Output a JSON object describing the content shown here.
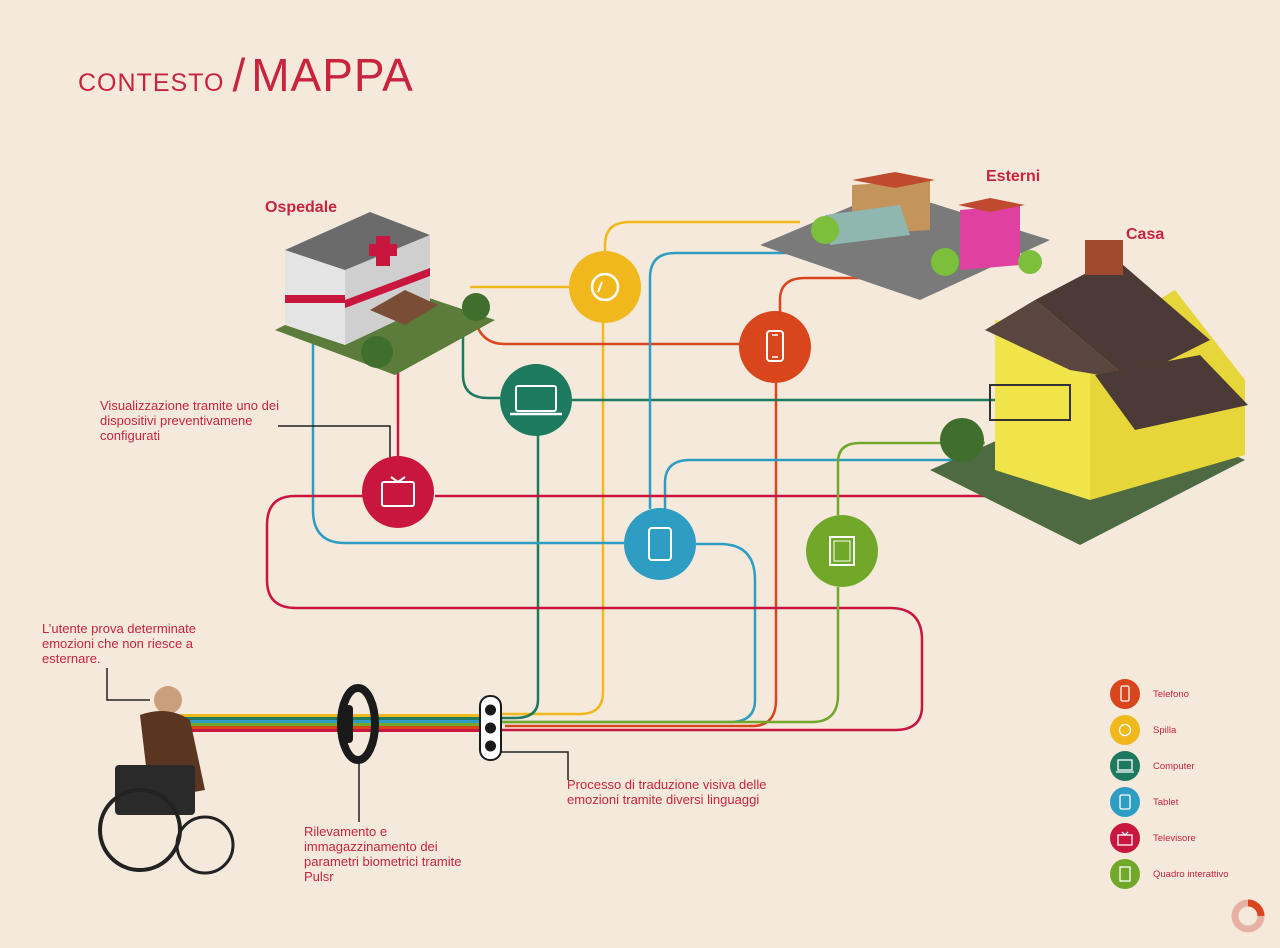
{
  "header": {
    "title_small": "CONTESTO",
    "separator": "/",
    "title_big": "MAPPA"
  },
  "places": {
    "hospital": "Ospedale",
    "outdoors": "Esterni",
    "home": "Casa"
  },
  "notes": {
    "display": "Visualizzazione tramite uno dei dispositivi preventivamene configurati",
    "user": "L’utente prova determinate emozioni che non riesce a esternare.",
    "sensor": "Rilevamento e immagazzinamento dei parametri biometrici tramite Pulsr",
    "translation": "Processo di traduzione visiva delle emozioni tramite diversi linguaggi"
  },
  "colors": {
    "phone": "#d9461d",
    "pin": "#f0b81c",
    "computer": "#1e7a5f",
    "tablet": "#2e9dc4",
    "tv": "#c8163f",
    "frame": "#72a82a",
    "accent": "#c8243e",
    "background": "#f5e9dc"
  },
  "legend": [
    {
      "label": "Telefono",
      "color": "#d9461d",
      "icon": "phone-icon"
    },
    {
      "label": "Spilla",
      "color": "#f0b81c",
      "icon": "pin-icon"
    },
    {
      "label": "Computer",
      "color": "#1e7a5f",
      "icon": "computer-icon"
    },
    {
      "label": "Tablet",
      "color": "#2e9dc4",
      "icon": "tablet-icon"
    },
    {
      "label": "Televisore",
      "color": "#c8163f",
      "icon": "tv-icon"
    },
    {
      "label": "Quadro interattivo",
      "color": "#72a82a",
      "icon": "frame-icon"
    }
  ]
}
